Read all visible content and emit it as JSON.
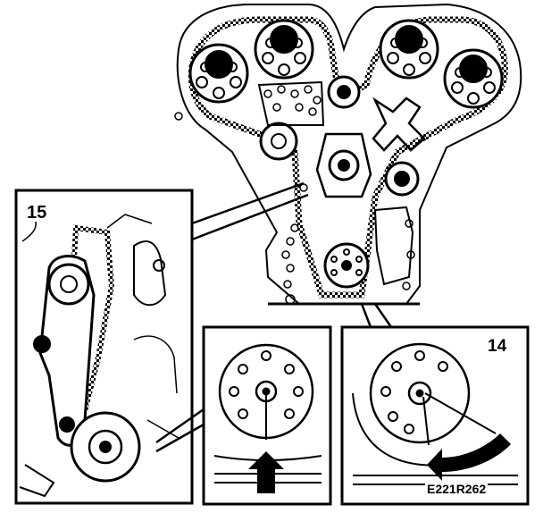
{
  "labels": {
    "callout_left": "15",
    "callout_right": "14",
    "figure_code": "E221R262"
  },
  "colors": {
    "ink": "#000000",
    "paper": "#ffffff"
  }
}
